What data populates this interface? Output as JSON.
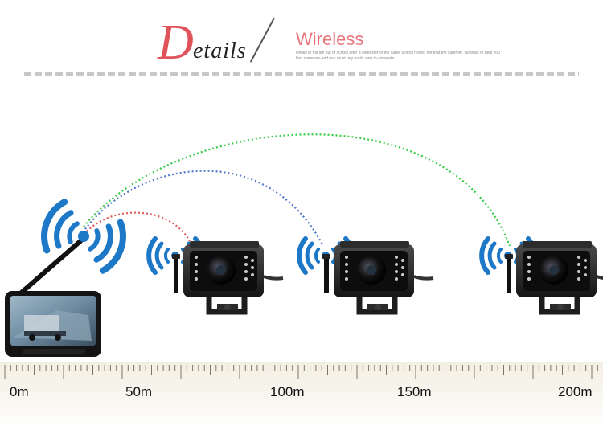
{
  "header": {
    "title_initial": "D",
    "title_rest": "etails",
    "subtitle": "Wireless",
    "description": "Unlike in the life out of school after a semester of the same school hours, not that the summer. No boss to help you find someone-and you must rely on its own to complete."
  },
  "ruler": {
    "labels": [
      "0m",
      "50m",
      "100m",
      "150m",
      "200m"
    ]
  },
  "colors": {
    "accent": "#e0535a",
    "signal_blue": "#1e78c8",
    "link_red": "#e05a5a",
    "link_blue": "#5577cc",
    "link_green": "#33cc44"
  },
  "icons": {
    "monitor": "wireless-monitor-icon",
    "camera": "wireless-camera-icon",
    "signal": "wifi-signal-icon"
  }
}
